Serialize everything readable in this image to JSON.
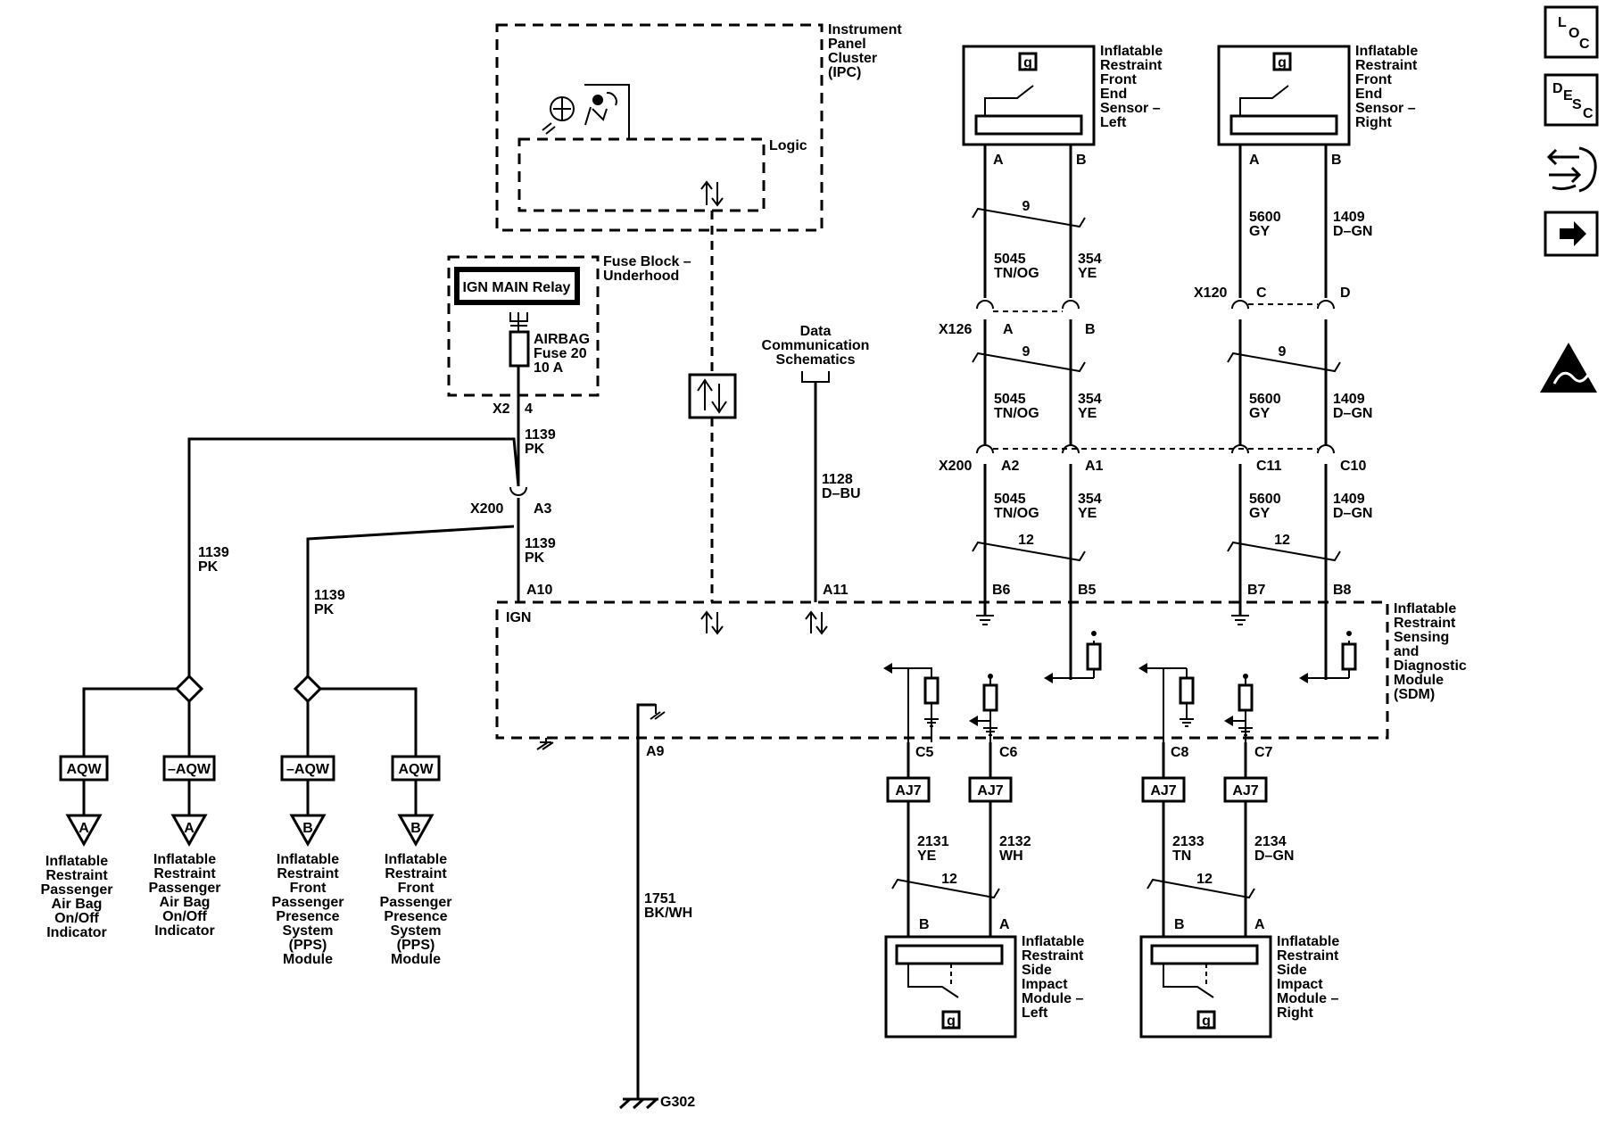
{
  "ipc": {
    "title": [
      "Instrument",
      "Panel",
      "Cluster",
      "(IPC)"
    ],
    "logic": "Logic"
  },
  "fuse_block": {
    "title": [
      "Fuse Block –",
      "Underhood"
    ],
    "relay": "IGN MAIN Relay",
    "fuse": [
      "AIRBAG",
      "Fuse 20",
      "10 A"
    ],
    "conn": "X2",
    "pin": "4"
  },
  "dcs": [
    "Data",
    "Communication",
    "Schematics"
  ],
  "wires": {
    "pk_top": [
      "1139",
      "PK"
    ],
    "pk_mid": [
      "1139",
      "PK"
    ],
    "pk_left": [
      "1139",
      "PK"
    ],
    "pk_right": [
      "1139",
      "PK"
    ],
    "dbu": [
      "1128",
      "D–BU"
    ],
    "bkwh": [
      "1751",
      "BK/WH"
    ]
  },
  "x200_left": {
    "conn": "X200",
    "pin": "A3"
  },
  "sdm": {
    "title": [
      "Inflatable",
      "Restraint",
      "Sensing",
      "and",
      "Diagnostic",
      "Module",
      "(SDM)"
    ],
    "pins": {
      "a10": "A10",
      "a11": "A11",
      "ign": "IGN",
      "a9": "A9",
      "b6": "B6",
      "b5": "B5",
      "b7": "B7",
      "b8": "B8",
      "c5": "C5",
      "c6": "C6",
      "c8": "C8",
      "c7": "C7"
    }
  },
  "ground": "G302",
  "sensor_left": {
    "title": [
      "Inflatable",
      "Restraint",
      "Front",
      "End",
      "Sensor –",
      "Left"
    ],
    "pin_a": "A",
    "pin_b": "B"
  },
  "sensor_right": {
    "title": [
      "Inflatable",
      "Restraint",
      "Front",
      "End",
      "Sensor –",
      "Right"
    ],
    "pin_a": "A",
    "pin_b": "B"
  },
  "left_wires": {
    "twist": "9",
    "twist2": "9",
    "twist3": "12",
    "a": [
      "5045",
      "TN/OG"
    ],
    "b": [
      "354",
      "YE"
    ]
  },
  "right_wires": {
    "twist": "9",
    "twist2": "12",
    "a": [
      "5600",
      "GY"
    ],
    "b": [
      "1409",
      "D–GN"
    ]
  },
  "connectors": {
    "x126": "X126",
    "x126_a": "A",
    "x126_b": "B",
    "x120": "X120",
    "x120_c": "C",
    "x120_d": "D",
    "x200": "X200",
    "x200_a2": "A2",
    "x200_a1": "A1",
    "x200_c11": "C11",
    "x200_c10": "C10"
  },
  "side_wires": {
    "aj7": "AJ7",
    "twist": "12",
    "w2131": [
      "2131",
      "YE"
    ],
    "w2132": [
      "2132",
      "WH"
    ],
    "w2133": [
      "2133",
      "TN"
    ],
    "w2134": [
      "2134",
      "D–GN"
    ]
  },
  "side_left": {
    "title": [
      "Inflatable",
      "Restraint",
      "Side",
      "Impact",
      "Module –",
      "Left"
    ],
    "pin_b": "B",
    "pin_a": "A"
  },
  "side_right": {
    "title": [
      "Inflatable",
      "Restraint",
      "Side",
      "Impact",
      "Module –",
      "Right"
    ],
    "pin_b": "B",
    "pin_a": "A"
  },
  "options": {
    "aqw": "AQW",
    "naqw": "–AQW",
    "ref_a": "A",
    "ref_b": "B"
  },
  "dest": {
    "pax_indicator": [
      "Inflatable",
      "Restraint",
      "Passenger",
      "Air Bag",
      "On/Off",
      "Indicator"
    ],
    "pps_module": [
      "Inflatable",
      "Restraint",
      "Front",
      "Passenger",
      "Presence",
      "System",
      "(PPS)",
      "Module"
    ]
  },
  "squib_label": "g",
  "nav": {
    "loc": [
      "L",
      "O",
      "C"
    ],
    "desc": [
      "D",
      "E",
      "S",
      "C"
    ]
  }
}
